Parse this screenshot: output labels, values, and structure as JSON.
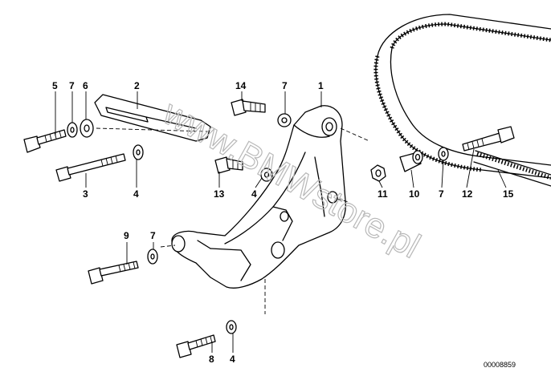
{
  "diagram": {
    "id": "00008859",
    "watermark": "www.BMWstore.pl",
    "labels": [
      {
        "key": "5",
        "text": "5"
      },
      {
        "key": "7a",
        "text": "7"
      },
      {
        "key": "6",
        "text": "6"
      },
      {
        "key": "2",
        "text": "2"
      },
      {
        "key": "14",
        "text": "14"
      },
      {
        "key": "7b",
        "text": "7"
      },
      {
        "key": "1",
        "text": "1"
      },
      {
        "key": "3",
        "text": "3"
      },
      {
        "key": "4a",
        "text": "4"
      },
      {
        "key": "13",
        "text": "13"
      },
      {
        "key": "4b",
        "text": "4"
      },
      {
        "key": "11",
        "text": "11"
      },
      {
        "key": "10",
        "text": "10"
      },
      {
        "key": "7c",
        "text": "7"
      },
      {
        "key": "12",
        "text": "12"
      },
      {
        "key": "15",
        "text": "15"
      },
      {
        "key": "9",
        "text": "9"
      },
      {
        "key": "7d",
        "text": "7"
      },
      {
        "key": "8",
        "text": "8"
      },
      {
        "key": "4c",
        "text": "4"
      }
    ]
  }
}
